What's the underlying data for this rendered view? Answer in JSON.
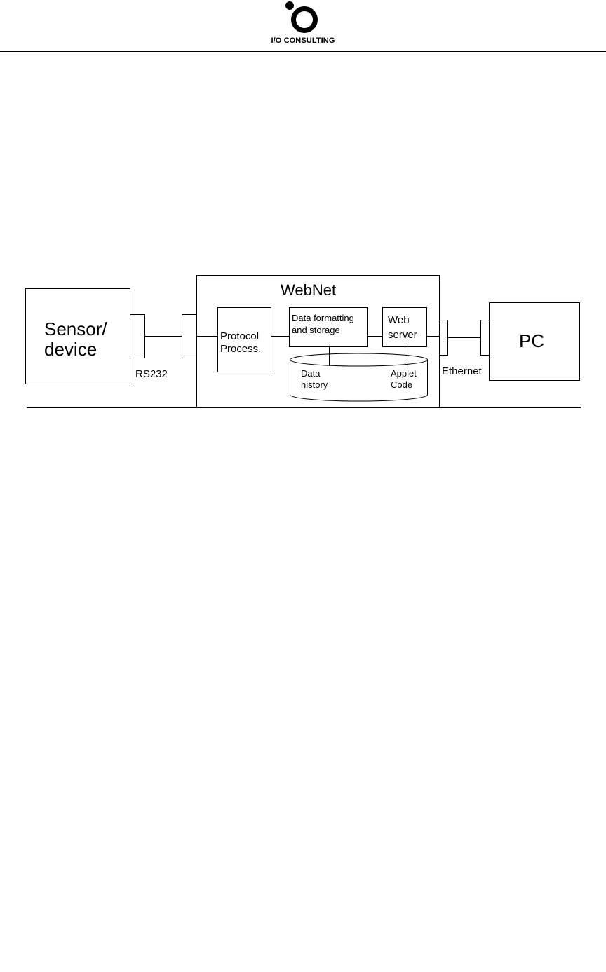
{
  "header": {
    "logo_text": "I/O CONSULTING"
  },
  "diagram": {
    "sensor_label_line1": "Sensor/",
    "sensor_label_line2": "device",
    "rs232_label": "RS232",
    "webnet_title": "WebNet",
    "protocol_line1": "Protocol",
    "protocol_line2": "Process.",
    "data_formatting_line1": "Data formatting",
    "data_formatting_line2": "and storage",
    "web_server_line1": "Web",
    "web_server_line2": "server",
    "data_history_line1": "Data",
    "data_history_line2": "history",
    "applet_code_line1": "Applet",
    "applet_code_line2": "Code",
    "ethernet_label": "Ethernet",
    "pc_label": "PC"
  }
}
